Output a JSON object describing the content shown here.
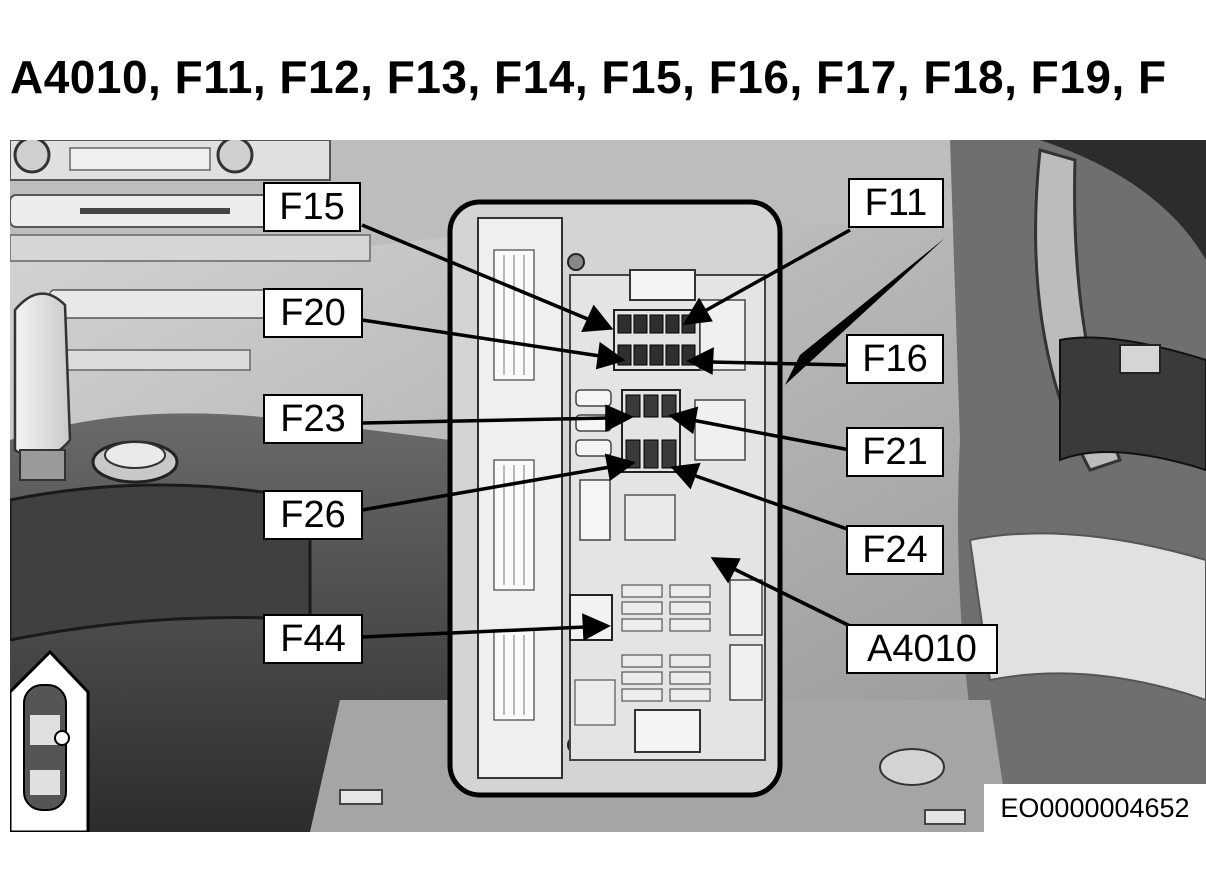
{
  "title": "A4010, F11, F12, F13, F14, F15, F16, F17, F18, F19, F",
  "labels": {
    "F15": "F15",
    "F20": "F20",
    "F23": "F23",
    "F26": "F26",
    "F44": "F44",
    "F11": "F11",
    "F16": "F16",
    "F21": "F21",
    "F24": "F24",
    "A4010": "A4010"
  },
  "reference_code": "EO0000004652"
}
